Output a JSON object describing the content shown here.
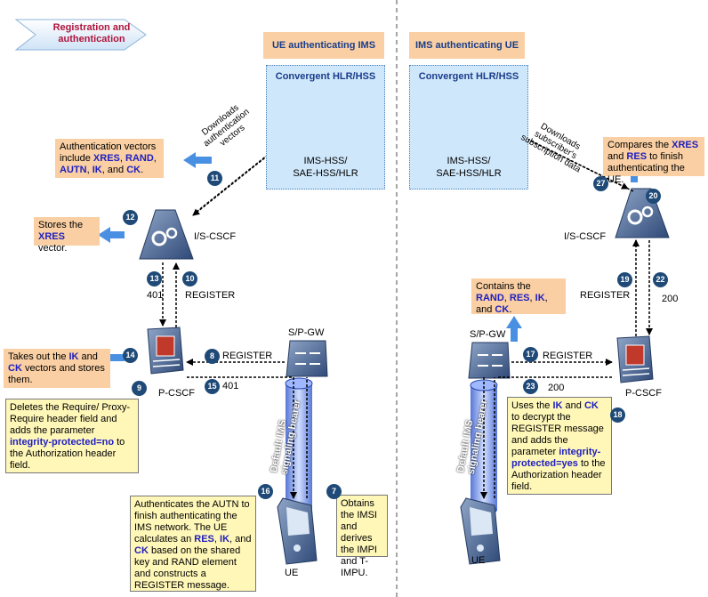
{
  "banner": {
    "line1": "Registration and",
    "line2": "authentication"
  },
  "left": {
    "header": "UE authenticating IMS",
    "hss": {
      "title": "Convergent HLR/HSS",
      "line1": "IMS-HSS/",
      "line2": "SAE-HSS/HLR"
    },
    "download_label": [
      "Downloads",
      "authentication",
      "vectors"
    ],
    "notes": {
      "auth_vectors": {
        "p1": "Authentication vectors include ",
        "k1": "XRES",
        "p2": ", ",
        "k2": "RAND",
        "p3": ", ",
        "k3": "AUTN",
        "p4": ", ",
        "k4": "IK",
        "p5": ", and ",
        "k5": "CK",
        "p6": "."
      },
      "stores": {
        "p1": "Stores the ",
        "k1": "XRES",
        "p2": " vector."
      },
      "takes_out": {
        "p1": "Takes out the ",
        "k1": "IK",
        "p2": " and ",
        "k2": "CK",
        "p3": " vectors and stores them."
      },
      "deletes": {
        "p1": "Deletes the Require/ Proxy-Require header field and adds the parameter ",
        "k1": "integrity-protected=no",
        "p2": " to the Authorization header field."
      },
      "authenticates": {
        "p1": "Authenticates the AUTN to finish authenticating the IMS network. The UE calculates an ",
        "k1": "RES",
        "p2": ", ",
        "k2": "IK",
        "p3": ", and ",
        "k3": "CK",
        "p4": " based on the shared key and RAND element and constructs a REGISTER message."
      },
      "obtains": "Obtains the IMSI and derives the IMPI and T-IMPU."
    },
    "labels": {
      "icscf": "I/S-CSCF",
      "pcscf": "P-CSCF",
      "spgw": "S/P-GW",
      "ue": "UE",
      "l401a": "401",
      "register_a": "REGISTER",
      "register_b": "REGISTER",
      "l401b": "401",
      "bearer1": "Default IMS",
      "bearer2": "signaling bearer"
    },
    "steps": {
      "s7": "7",
      "s8": "8",
      "s9": "9",
      "s10": "10",
      "s11": "11",
      "s12": "12",
      "s13": "13",
      "s14": "14",
      "s15": "15",
      "s16": "16"
    }
  },
  "right": {
    "header": "IMS authenticating UE",
    "hss": {
      "title": "Convergent HLR/HSS",
      "line1": "IMS-HSS/",
      "line2": "SAE-HSS/HLR"
    },
    "download_label": [
      "Downloads",
      "subscriber's",
      "subscription data"
    ],
    "notes": {
      "compares": {
        "p1": "Compares the ",
        "k1": "XRES",
        "p2": " and ",
        "k2": "RES",
        "p3": " to finish authenticating the UE."
      },
      "contains": {
        "p1": "Contains the ",
        "k1": "RAND",
        "p2": ", ",
        "k2": "RES",
        "p3": ", ",
        "k3": "IK",
        "p4": ", and ",
        "k4": "CK",
        "p5": "."
      },
      "uses": {
        "p1": "Uses the ",
        "k1": "IK",
        "p2": " and ",
        "k2": "CK",
        "p3": " to decrypt the REGISTER message and adds the parameter ",
        "k3": "integrity-protected=yes",
        "p4": " to the Authorization header field."
      }
    },
    "labels": {
      "icscf": "I/S-CSCF",
      "pcscf": "P-CSCF",
      "spgw": "S/P-GW",
      "ue": "UE",
      "register_a": "REGISTER",
      "l200a": "200",
      "register_b": "REGISTER",
      "l200b": "200",
      "bearer1": "Default IMS",
      "bearer2": "signaling bearer"
    },
    "steps": {
      "s17": "17",
      "s18": "18",
      "s19": "19",
      "s20": "20",
      "s22": "22",
      "s23": "23",
      "s27": "27"
    }
  },
  "colors": {
    "accent_blue": "#4a90e2",
    "step_circle": "#1f4a78",
    "keyword": "#2020c0",
    "note_orange": "#f9cfa3",
    "note_yellow": "#fff7b8",
    "hss_bg": "#cfe7fb",
    "banner_red": "#b0143c"
  }
}
